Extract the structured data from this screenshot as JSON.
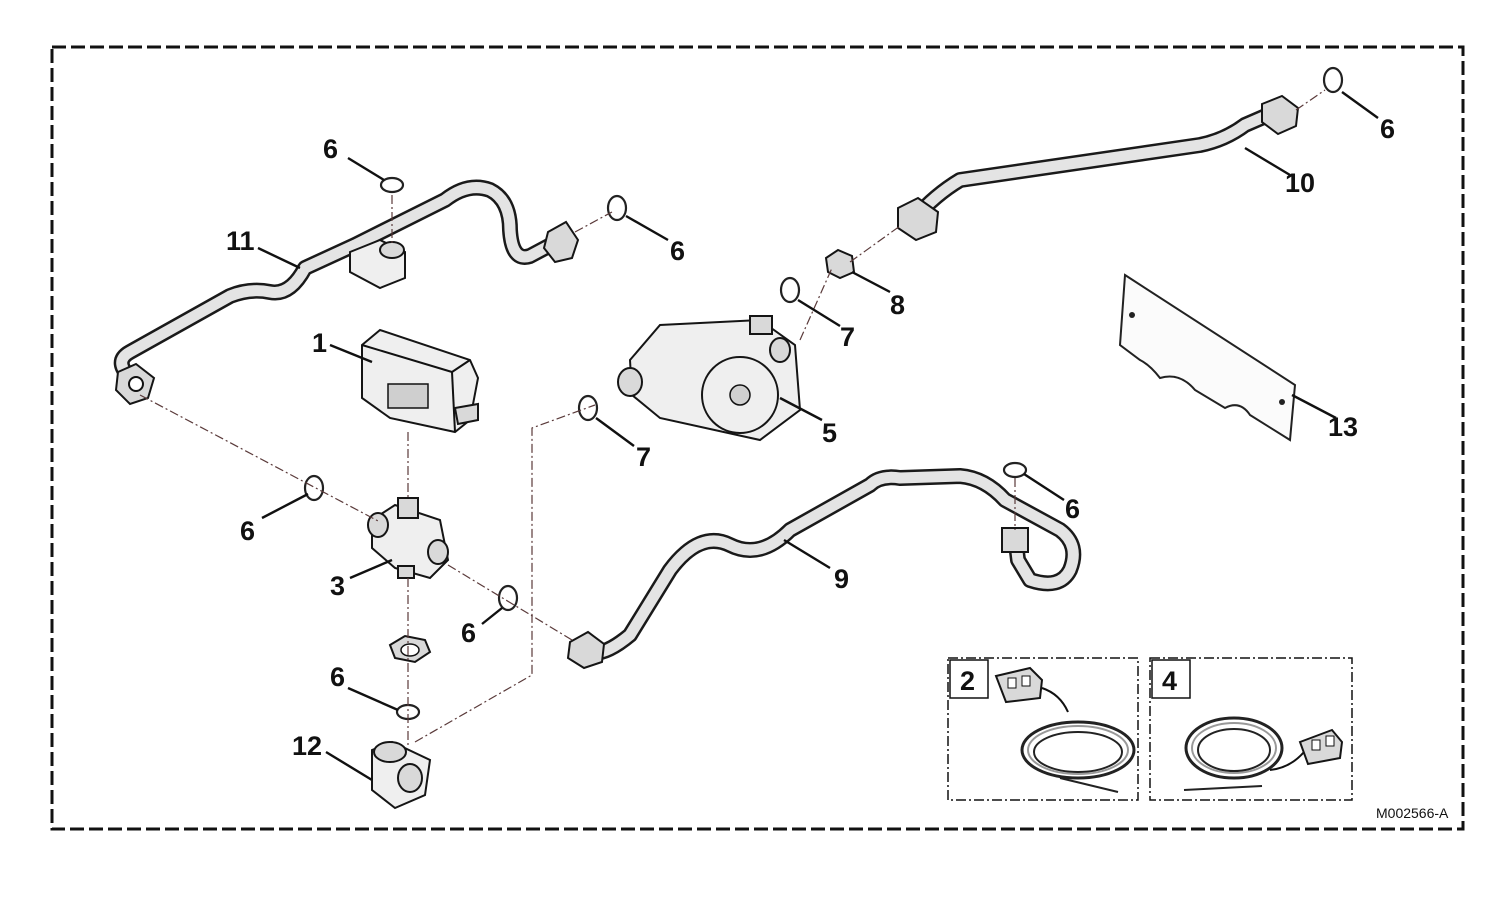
{
  "diagram": {
    "reference_code": "M002566-A",
    "callouts": [
      {
        "id": "oring-top-left",
        "text": "6"
      },
      {
        "id": "oring-pipe11-end",
        "text": "6"
      },
      {
        "id": "pipe-11",
        "text": "11"
      },
      {
        "id": "actuator-1",
        "text": "1"
      },
      {
        "id": "oring-left",
        "text": "6"
      },
      {
        "id": "valve-3",
        "text": "3"
      },
      {
        "id": "oring-bottom-mid",
        "text": "6"
      },
      {
        "id": "oring-bottom-left",
        "text": "6"
      },
      {
        "id": "elbow-12",
        "text": "12"
      },
      {
        "id": "oring-pump-inlet",
        "text": "7"
      },
      {
        "id": "pump-5",
        "text": "5"
      },
      {
        "id": "oring-pump-outlet",
        "text": "7"
      },
      {
        "id": "nut-8",
        "text": "8"
      },
      {
        "id": "pipe-10",
        "text": "10"
      },
      {
        "id": "oring-top-right",
        "text": "6"
      },
      {
        "id": "gasket-13",
        "text": "13"
      },
      {
        "id": "pipe-9",
        "text": "9"
      },
      {
        "id": "oring-pipe9",
        "text": "6"
      },
      {
        "id": "cable-2",
        "text": "2"
      },
      {
        "id": "cable-4",
        "text": "4"
      }
    ]
  }
}
